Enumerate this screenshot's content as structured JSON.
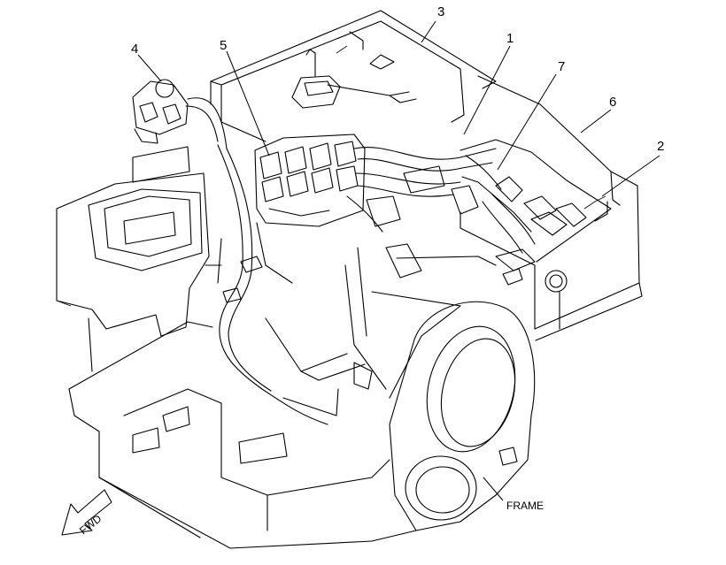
{
  "callouts": [
    {
      "id": "1",
      "text": "1"
    },
    {
      "id": "2",
      "text": "2"
    },
    {
      "id": "3",
      "text": "3"
    },
    {
      "id": "4",
      "text": "4"
    },
    {
      "id": "5",
      "text": "5"
    },
    {
      "id": "6",
      "text": "6"
    },
    {
      "id": "7",
      "text": "7"
    }
  ],
  "labels": {
    "frame": "FRAME",
    "fwd": "FWD"
  }
}
